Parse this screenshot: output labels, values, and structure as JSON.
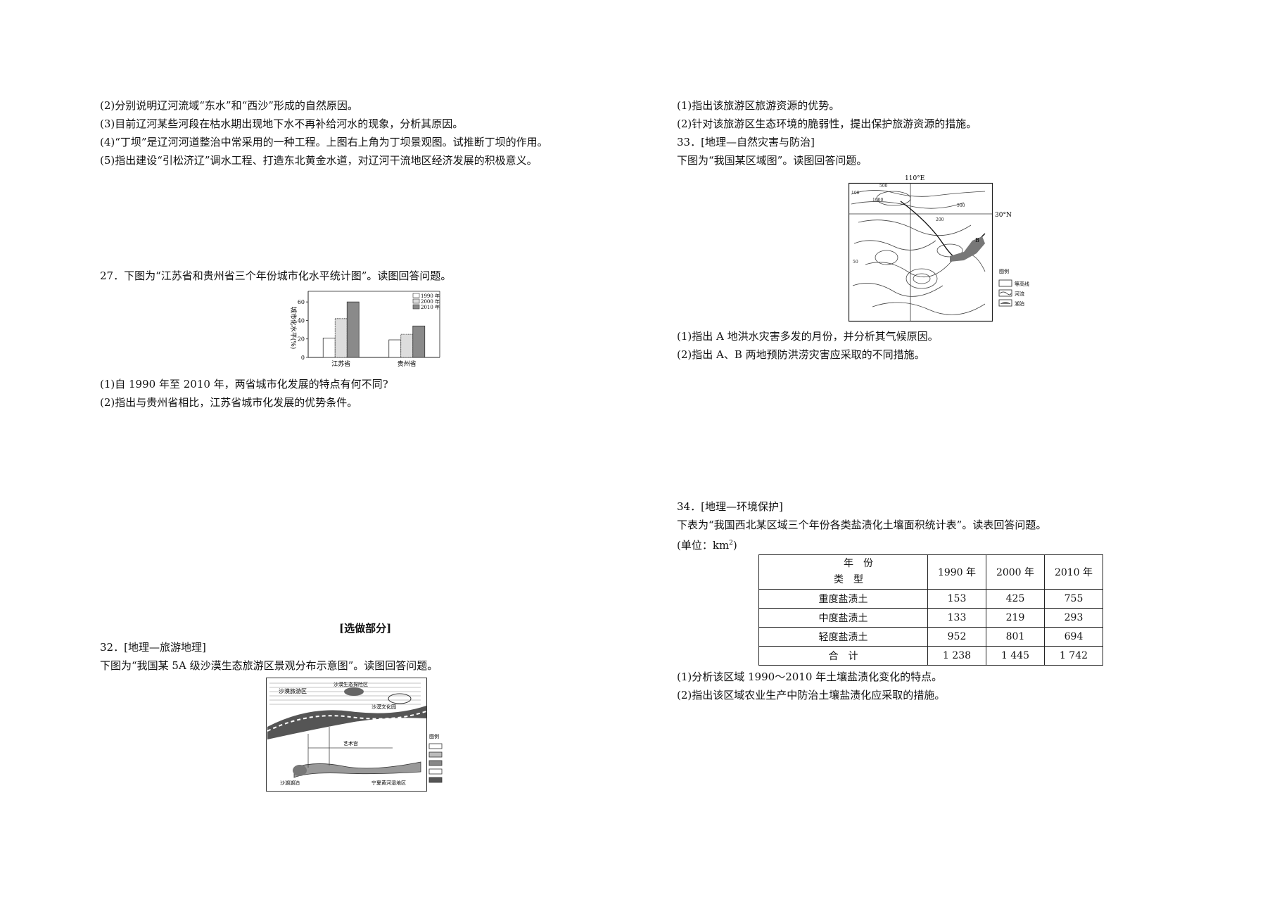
{
  "left": {
    "q26_lines": [
      "(2)分别说明辽河流域“东水”和“西沙”形成的自然原因。",
      "(3)目前辽河某些河段在枯水期出现地下水不再补给河水的现象，分析其原因。",
      "(4)“丁坝”是辽河河道整治中常采用的一种工程。上图右上角为丁坝景观图。试推断丁坝的作用。",
      "(5)指出建设“引松济辽”调水工程、打造东北黄金水道，对辽河干流地区经济发展的积极意义。"
    ],
    "q27": {
      "intro": "27．下图为“江苏省和贵州省三个年份城市化水平统计图”。读图回答问题。",
      "q1": "(1)自 1990 年至 2010 年，两省城市化发展的特点有何不同?",
      "q2": "(2)指出与贵州省相比，江苏省城市化发展的优势条件。"
    },
    "section_title": "[选做部分]",
    "q32": {
      "title": "32．[地理—旅游地理]",
      "intro": "下图为“我国某 5A 级沙漠生态旅游区景观分布示意图”。读图回答问题。",
      "map_labels": [
        "沙漠旅游区",
        "沙漠生态探险区",
        "沙漠文化园",
        "宁夏黄河湿地区",
        "艺术宫",
        "沙湖湖泊",
        "图例"
      ]
    }
  },
  "right": {
    "q32_questions": [
      "(1)指出该旅游区旅游资源的优势。",
      "(2)针对该旅游区生态环境的脆弱性，提出保护旅游资源的措施。"
    ],
    "q33": {
      "title": "33．[地理—自然灾害与防治]",
      "intro": "下图为“我国某区域图”。读图回答问题。",
      "map": {
        "lon_label": "110°E",
        "lat_label": "30°N",
        "contour_labels": [
          "100",
          "500",
          "1000",
          "200",
          "500",
          "50"
        ],
        "point_label": "B",
        "legend_title": "图例",
        "legend_items": [
          "等高线",
          "河流",
          "湖泊"
        ]
      },
      "q1": "(1)指出 A 地洪水灾害多发的月份，并分析其气候原因。",
      "q2": "(2)指出 A、B 两地预防洪涝灾害应采取的不同措施。"
    },
    "q34": {
      "title": "34．[地理—环境保护]",
      "intro": "下表为“我国西北某区域三个年份各类盐渍化土壤面积统计表”。读表回答问题。",
      "unit": "(单位：km",
      "unit_sup": "2",
      "unit_close": ")",
      "table": {
        "header_top": "年　份",
        "header_bottom": "类　型",
        "years": [
          "1990 年",
          "2000 年",
          "2010 年"
        ],
        "rows": [
          {
            "label": "重度盐渍土",
            "values": [
              "153",
              "425",
              "755"
            ]
          },
          {
            "label": "中度盐渍土",
            "values": [
              "133",
              "219",
              "293"
            ]
          },
          {
            "label": "轻度盐渍土",
            "values": [
              "952",
              "801",
              "694"
            ]
          },
          {
            "label": "合　计",
            "values": [
              "1 238",
              "1 445",
              "1 742"
            ]
          }
        ]
      },
      "q1": "(1)分析该区域 1990～2010 年土壤盐渍化变化的特点。",
      "q2": "(2)指出该区域农业生产中防治土壤盐渍化应采取的措施。"
    }
  },
  "chart_data": {
    "type": "bar",
    "categories": [
      "江苏省",
      "贵州省"
    ],
    "series": [
      {
        "name": "1990 年",
        "values": [
          21,
          19
        ]
      },
      {
        "name": "2000 年",
        "values": [
          42,
          25
        ]
      },
      {
        "name": "2010 年",
        "values": [
          60,
          34
        ]
      }
    ],
    "ylabel": "城市化水平(%)",
    "yticks": [
      "0",
      "20",
      "40",
      "60"
    ],
    "ylim": [
      0,
      70
    ],
    "legend_placement": "top-right",
    "series_colors": [
      "#ffffff",
      "#dddddd",
      "#8a8a8a"
    ]
  }
}
